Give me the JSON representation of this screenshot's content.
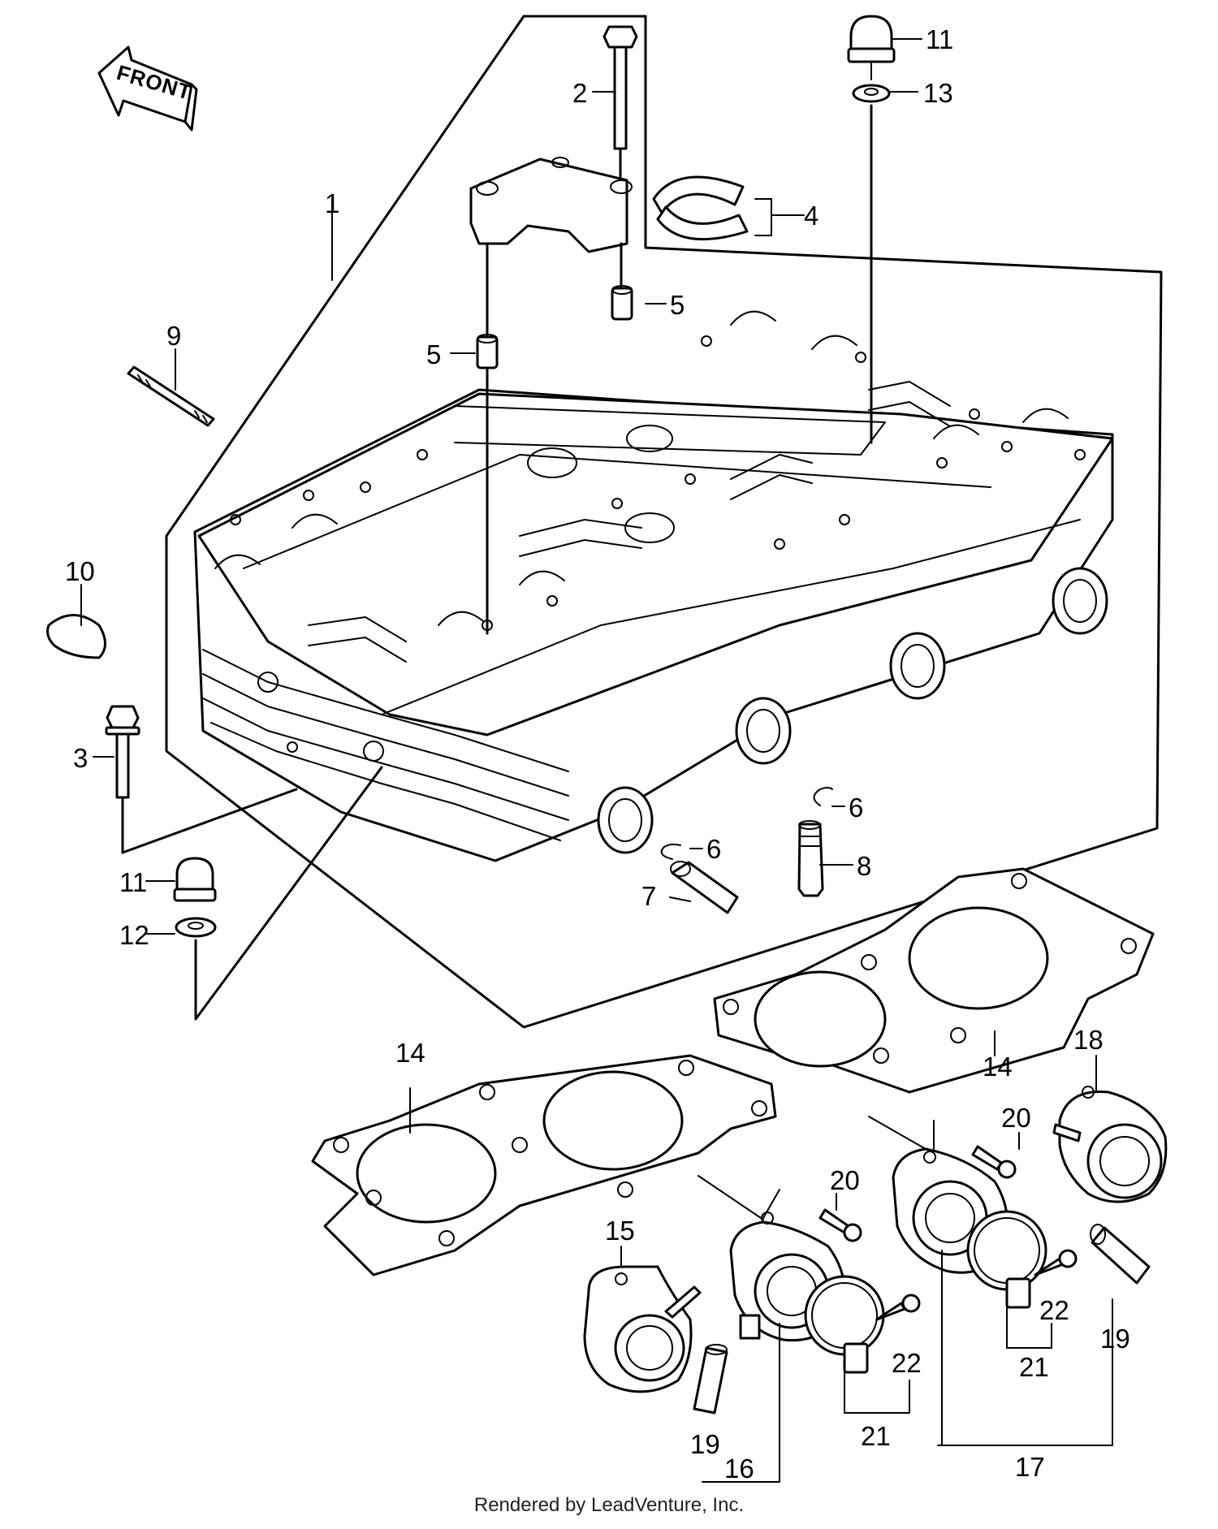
{
  "front_label": "FRONT",
  "callouts": [
    {
      "id": "c1",
      "label": "1"
    },
    {
      "id": "c2",
      "label": "2"
    },
    {
      "id": "c3",
      "label": "3"
    },
    {
      "id": "c4",
      "label": "4"
    },
    {
      "id": "c5a",
      "label": "5"
    },
    {
      "id": "c5b",
      "label": "5"
    },
    {
      "id": "c6a",
      "label": "6"
    },
    {
      "id": "c6b",
      "label": "6"
    },
    {
      "id": "c7",
      "label": "7"
    },
    {
      "id": "c8",
      "label": "8"
    },
    {
      "id": "c9",
      "label": "9"
    },
    {
      "id": "c10",
      "label": "10"
    },
    {
      "id": "c11a",
      "label": "11"
    },
    {
      "id": "c11b",
      "label": "11"
    },
    {
      "id": "c12",
      "label": "12"
    },
    {
      "id": "c13",
      "label": "13"
    },
    {
      "id": "c14a",
      "label": "14"
    },
    {
      "id": "c14b",
      "label": "14"
    },
    {
      "id": "c15",
      "label": "15"
    },
    {
      "id": "c16",
      "label": "16"
    },
    {
      "id": "c17",
      "label": "17"
    },
    {
      "id": "c18",
      "label": "18"
    },
    {
      "id": "c19a",
      "label": "19"
    },
    {
      "id": "c19b",
      "label": "19"
    },
    {
      "id": "c20a",
      "label": "20"
    },
    {
      "id": "c20b",
      "label": "20"
    },
    {
      "id": "c21a",
      "label": "21"
    },
    {
      "id": "c21b",
      "label": "21"
    },
    {
      "id": "c22a",
      "label": "22"
    },
    {
      "id": "c22b",
      "label": "22"
    }
  ],
  "footer": {
    "credit": "Rendered by LeadVenture, Inc."
  }
}
